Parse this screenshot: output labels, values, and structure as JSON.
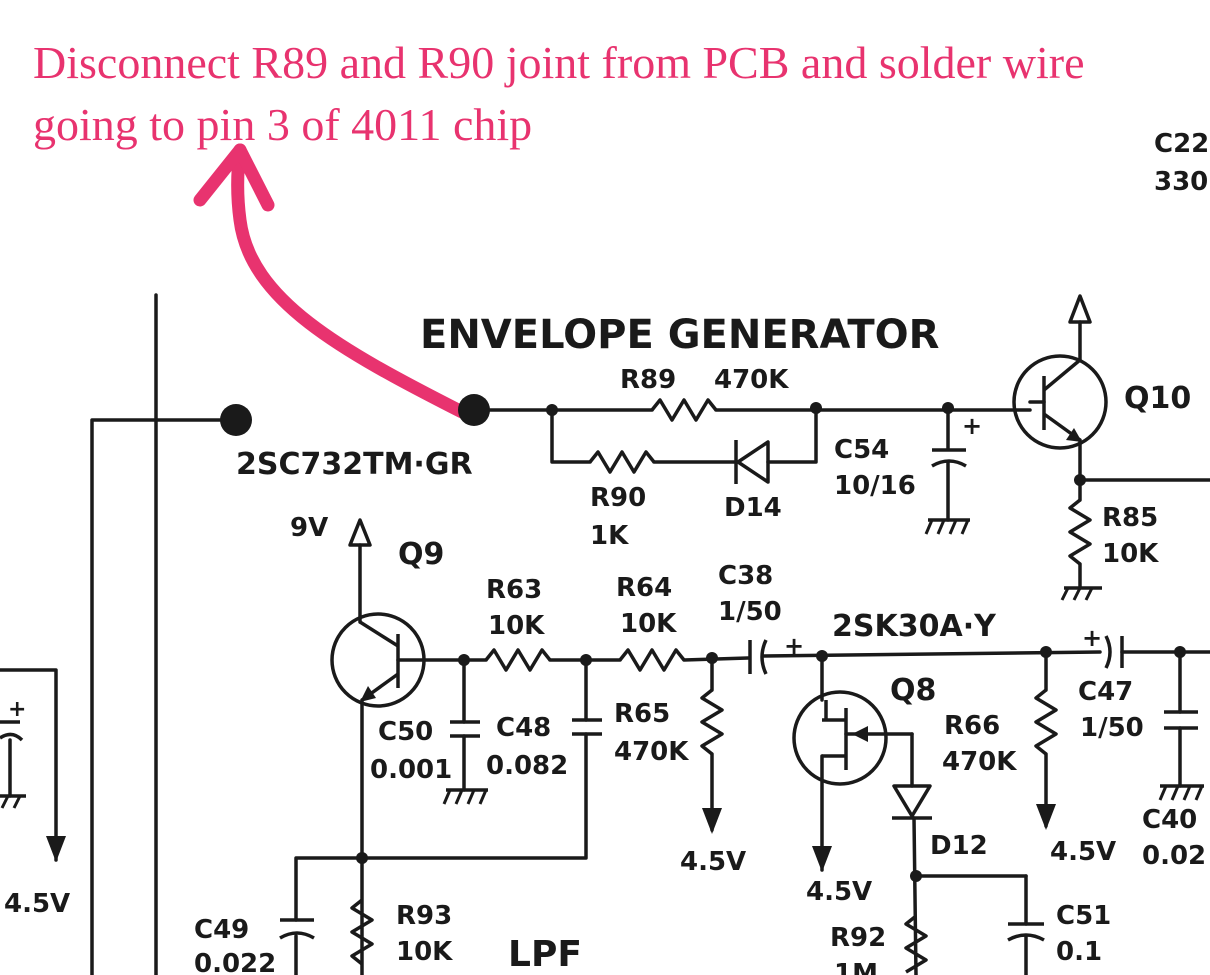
{
  "annotation": {
    "text": "Disconnect R89 and R90 joint from PCB and solder wire going to pin 3 of 4011 chip",
    "color": "#e8336f"
  },
  "labels": {
    "title": "ENVELOPE GENERATOR",
    "lpf": "LPF",
    "transistor_note": "2SC732TM·GR",
    "fet_note": "2SK30A·Y"
  },
  "components": {
    "R89": {
      "name": "R89",
      "value": "470K"
    },
    "R90": {
      "name": "R90",
      "value": "1K"
    },
    "D14": {
      "name": "D14"
    },
    "C54": {
      "name": "C54",
      "value": "10/16"
    },
    "Q10": {
      "name": "Q10"
    },
    "R85": {
      "name": "R85",
      "value": "10K"
    },
    "Q9": {
      "name": "Q9"
    },
    "V9": {
      "value": "9V"
    },
    "R63": {
      "name": "R63",
      "value": "10K"
    },
    "R64": {
      "name": "R64",
      "value": "10K"
    },
    "C38": {
      "name": "C38",
      "value": "1/50"
    },
    "C50": {
      "name": "C50",
      "value": "0.001"
    },
    "C48": {
      "name": "C48",
      "value": "0.082"
    },
    "R65": {
      "name": "R65",
      "value": "470K"
    },
    "Q8": {
      "name": "Q8"
    },
    "R66": {
      "name": "R66",
      "value": "470K"
    },
    "C47": {
      "name": "C47",
      "value": "1/50"
    },
    "D12": {
      "name": "D12"
    },
    "C49": {
      "name": "C49",
      "value": "0.022"
    },
    "R93": {
      "name": "R93",
      "value": "10K"
    },
    "R92": {
      "name": "R92",
      "value": "1M"
    },
    "C51": {
      "name": "C51",
      "value": "0.1"
    },
    "C40": {
      "name": "C40",
      "value": "0.02"
    },
    "C22": {
      "name": "C22",
      "value": "330"
    }
  },
  "rails": {
    "v45_a": "4.5V",
    "v45_b": "4.5V",
    "v45_c": "4.5V",
    "v45_d": "4.5V"
  }
}
